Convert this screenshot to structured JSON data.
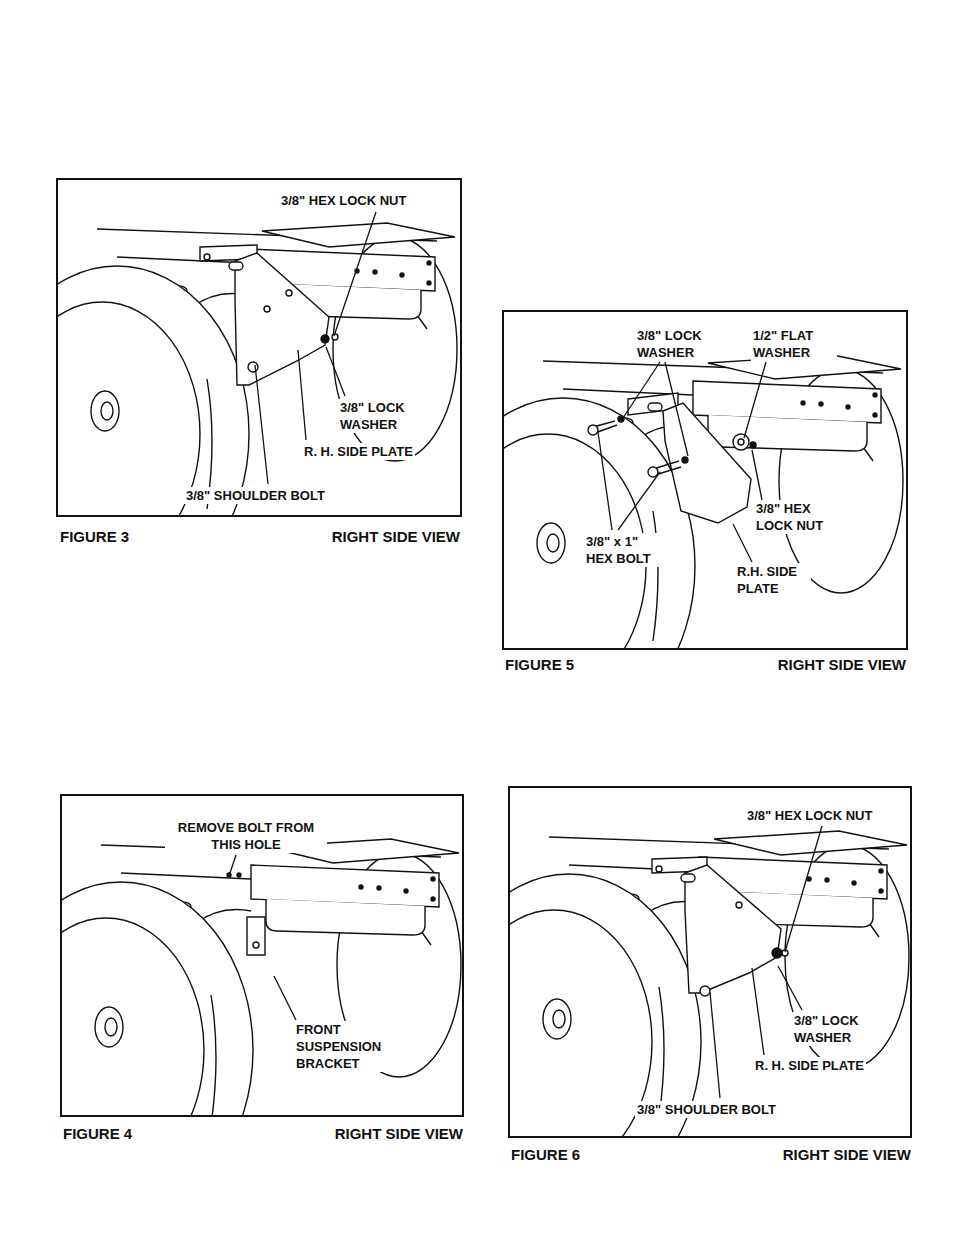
{
  "diagram": {
    "labels": [
      "3/8\" HEX LOCK NUT",
      "3/8\" LOCK WASHER",
      "R. H. SIDE PLATE",
      "3/8\" SHOULDER BOLT",
      "FIGURE 3",
      "RIGHT SIDE VIEW",
      "3/8\" LOCK WASHER",
      "1/2\" FLAT WASHER",
      "3/8\" HEX LOCK NUT",
      "3/8\" x 1\" HEX BOLT",
      "R.H. SIDE PLATE",
      "FIGURE 5",
      "RIGHT SIDE VIEW",
      "REMOVE BOLT FROM THIS HOLE",
      "FRONT SUSPENSION BRACKET",
      "FIGURE 4",
      "RIGHT SIDE VIEW",
      "3/8\" HEX LOCK NUT",
      "3/8\" LOCK WASHER",
      "R. H. SIDE PLATE",
      "3/8\" SHOULDER BOLT",
      "FIGURE 6",
      "RIGHT SIDE VIEW"
    ]
  }
}
